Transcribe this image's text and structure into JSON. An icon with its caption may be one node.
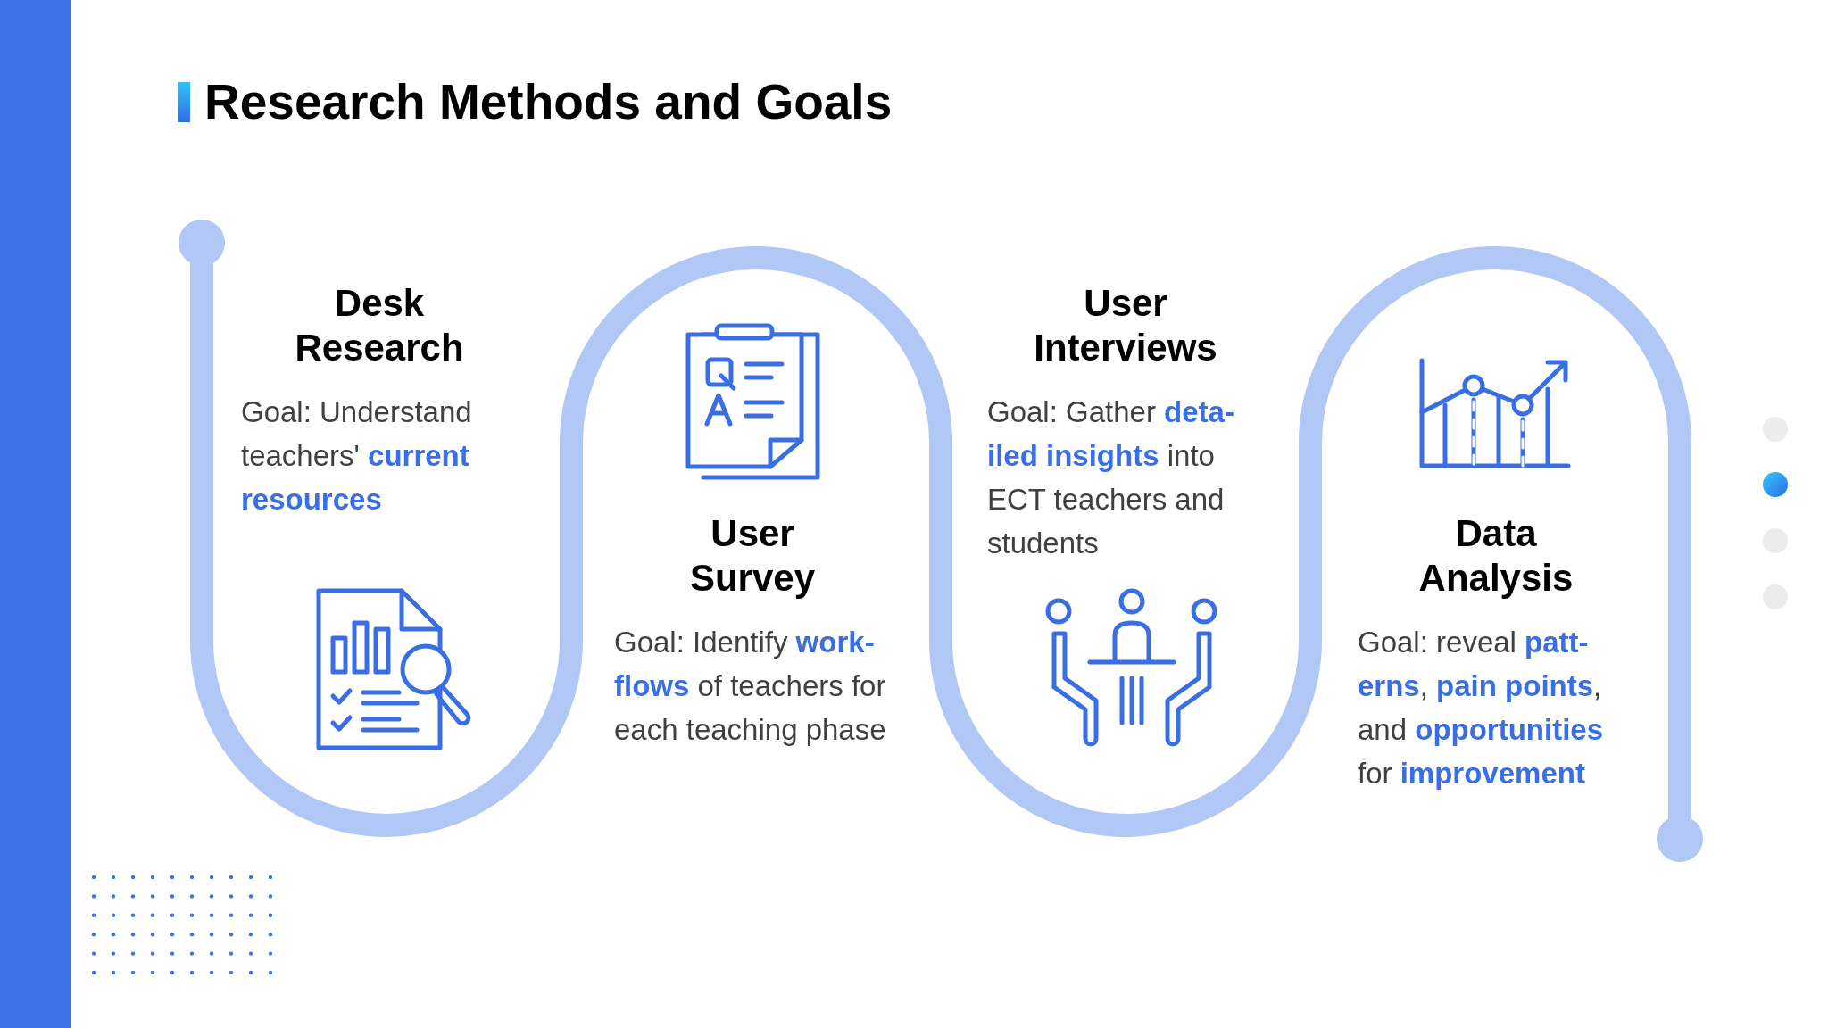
{
  "diagram": {
    "title": "Research Methods and Goals",
    "nodes": [
      {
        "text": [
          "Desk Research",
          "Goal: Understand teachers' **current resources**"
        ]
      },
      {
        "text": [
          "User Survey",
          "Goal: Identify **work-flows** of teachers for each teaching phase"
        ]
      },
      {
        "text": [
          "User Interviews",
          "Goal: Gather **deta-iled insights** into ECT teachers and students"
        ]
      },
      {
        "text": [
          "Data Analysis",
          "Goal: reveal **patt-erns**, **pain points**, and **opportunities** for **improvement**"
        ]
      }
    ]
  }
}
